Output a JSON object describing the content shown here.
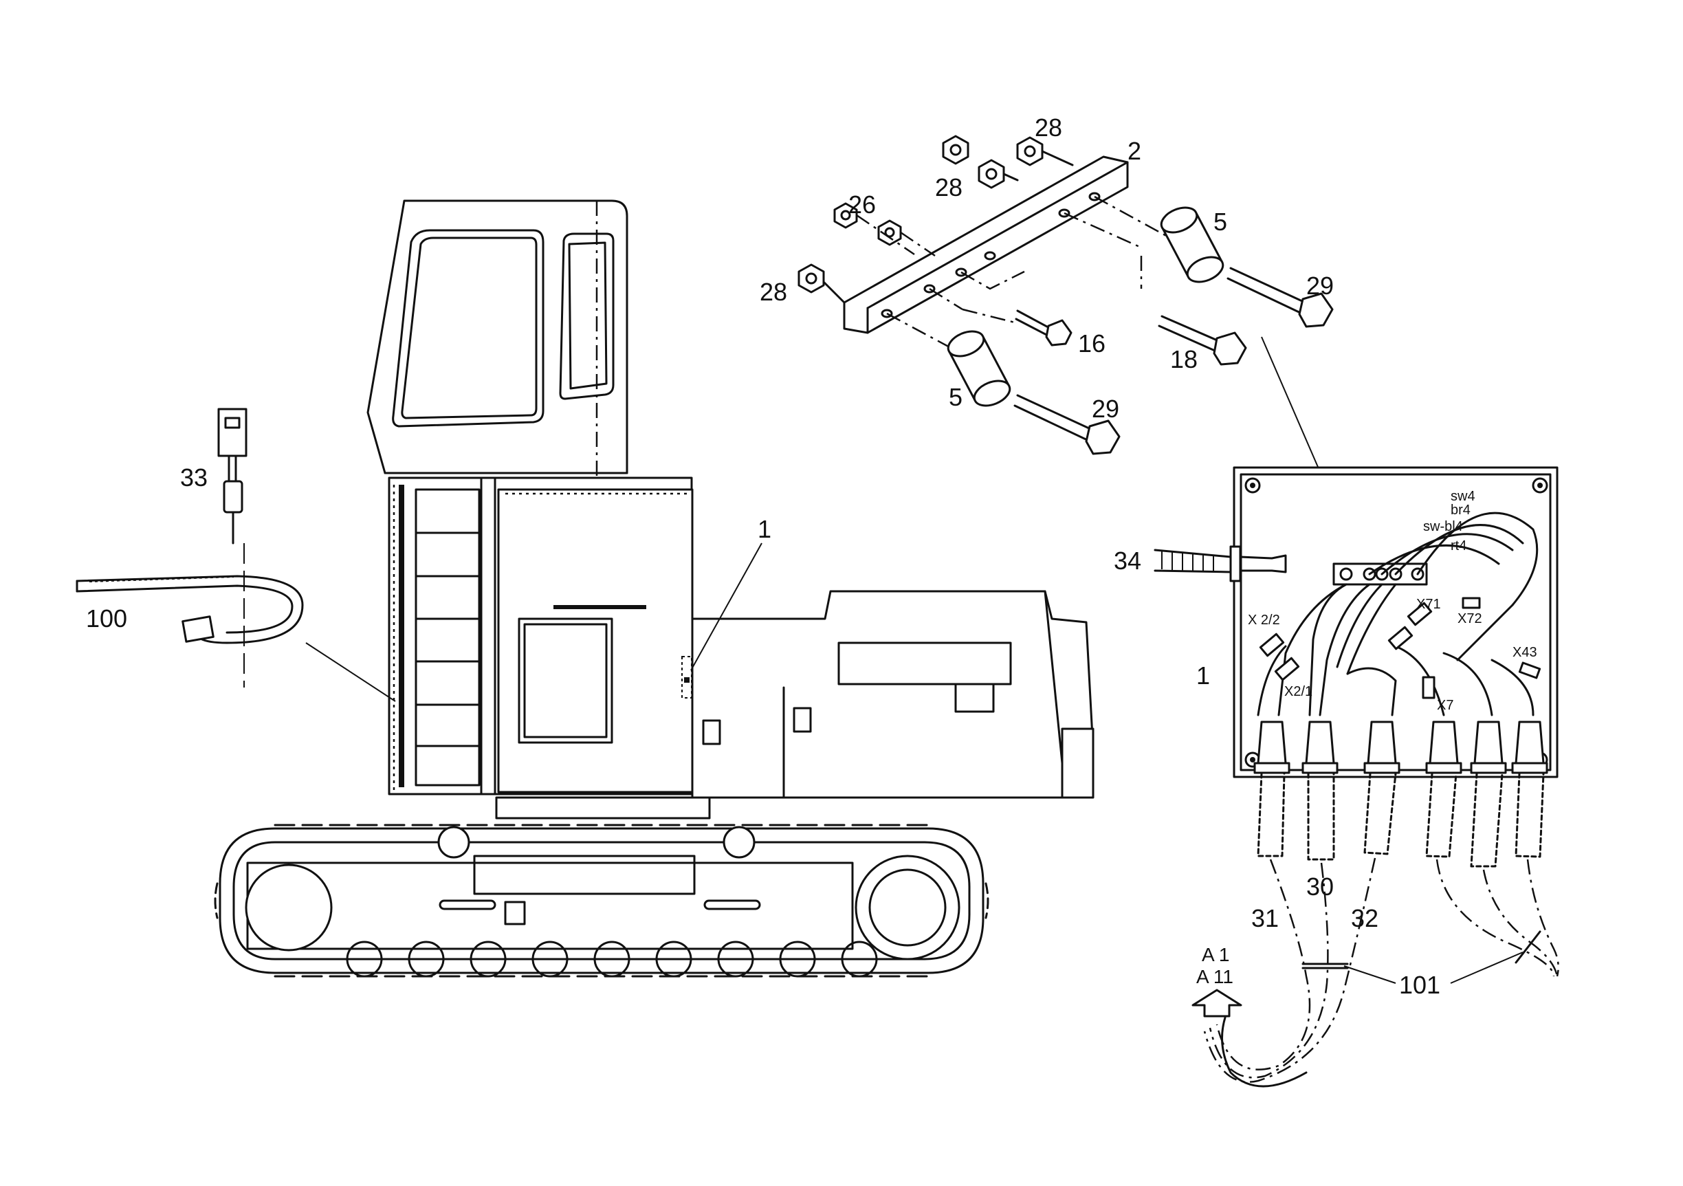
{
  "diagram": {
    "callouts": {
      "c1_excavator": "1",
      "c1_box": "1",
      "c2": "2",
      "c5_top": "5",
      "c5_bottom": "5",
      "c16": "16",
      "c18": "18",
      "c26": "26",
      "c28_a": "28",
      "c28_b": "28",
      "c28_c": "28",
      "c29_top": "29",
      "c29_bottom": "29",
      "c30": "30",
      "c31": "31",
      "c32": "32",
      "c33": "33",
      "c34": "34",
      "c100": "100",
      "c101": "101"
    },
    "connectors": {
      "x22": "X 2/2",
      "x21": "X2/1",
      "x71": "X71",
      "x72": "X72",
      "x7": "X7",
      "x43": "X43"
    },
    "wires": {
      "sw4": "sw4",
      "br4": "br4",
      "swbl4": "sw-bl4",
      "rt4": "rt4"
    },
    "reference": {
      "a1": "A 1",
      "a11": "A 11",
      "arrow_icon": "hollow-up-arrow"
    }
  }
}
